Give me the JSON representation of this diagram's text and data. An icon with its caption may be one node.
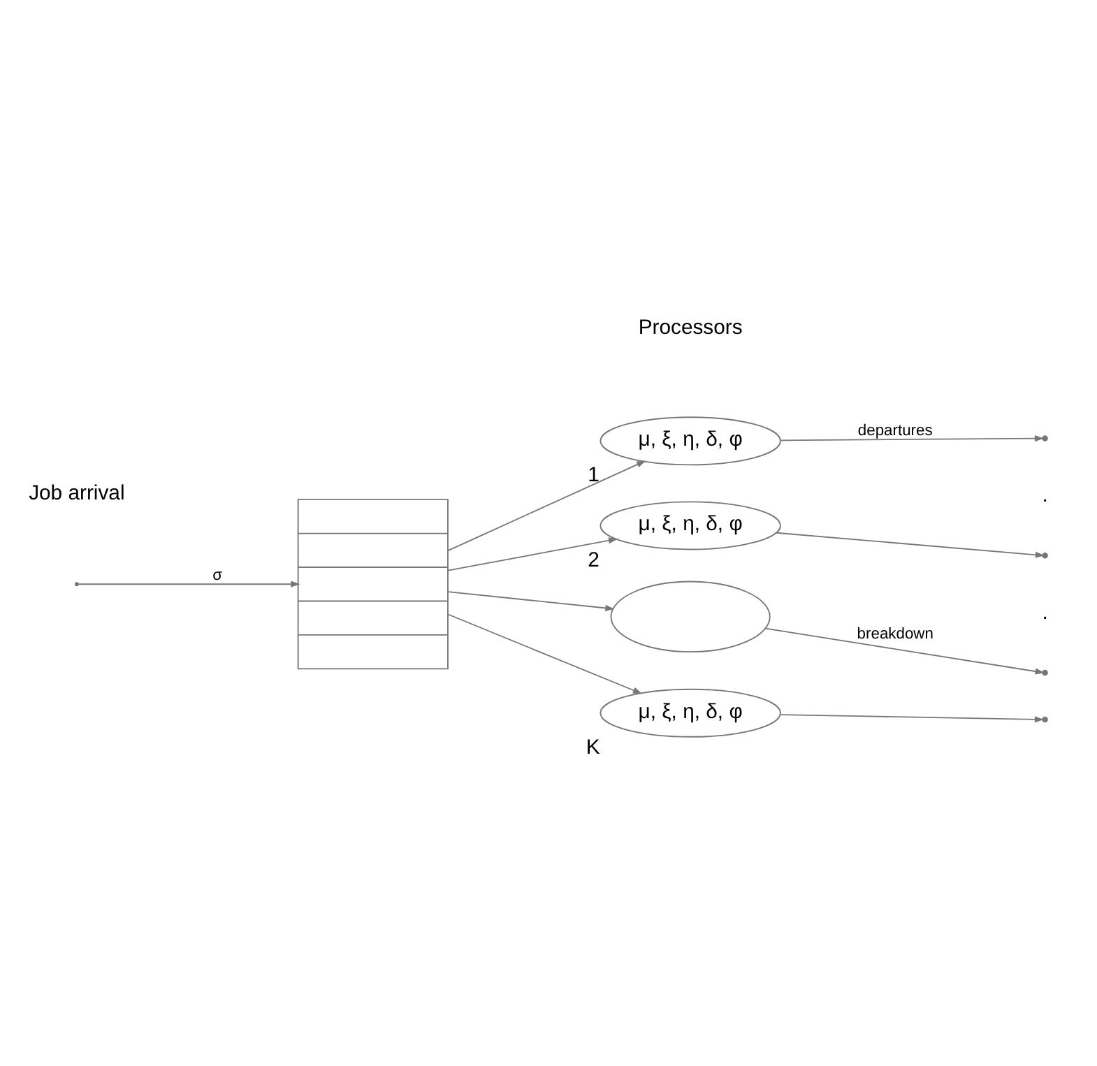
{
  "diagram": {
    "nodes": [
      {
        "text": [],
        "shape": "box"
      },
      {
        "text": [
          "μ, ξ, η, δ, φ"
        ],
        "beside": [
          "1"
        ]
      },
      {
        "text": [
          "μ, ξ, η, δ, φ"
        ],
        "beside": [
          "2"
        ]
      },
      {
        "text": [],
        "shape": "ellipse"
      },
      {
        "text": [
          "μ, ξ, η, δ, φ"
        ],
        "beside": [
          "K"
        ]
      }
    ],
    "edges": [
      {
        "from": null,
        "to": 0,
        "arrow": "to",
        "label": "σ"
      },
      {
        "from": 0,
        "to": 1,
        "arrow": "to"
      },
      {
        "from": 0,
        "to": 2,
        "arrow": "to"
      },
      {
        "from": 0,
        "to": 3,
        "arrow": "to"
      },
      {
        "from": 0,
        "to": 4,
        "arrow": "to"
      },
      {
        "from": 1,
        "to": null,
        "arrow": "to",
        "label": "departures"
      },
      {
        "from": 2,
        "to": null,
        "arrow": "to"
      },
      {
        "from": 3,
        "to": null,
        "arrow": "to",
        "label": "breakdown"
      },
      {
        "from": 4,
        "to": null,
        "arrow": "to"
      }
    ],
    "labels": [
      "Processors",
      "Job arrival",
      ".",
      "."
    ]
  }
}
